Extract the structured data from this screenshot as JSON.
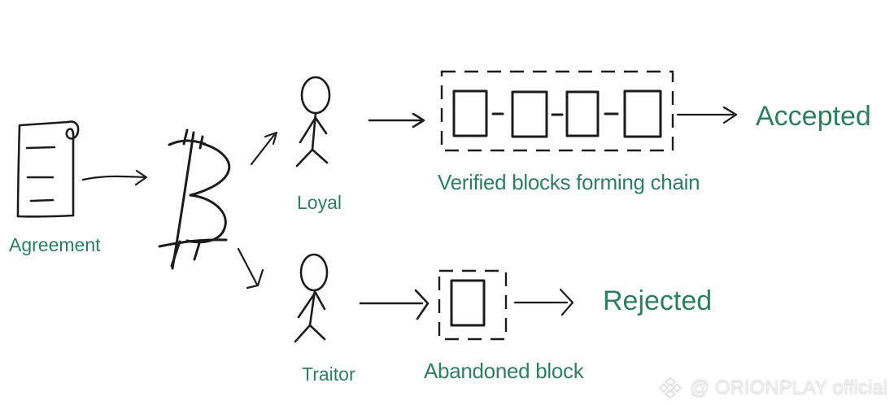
{
  "colors": {
    "background": "#ffffff",
    "ink": "#1c1c1c",
    "label_green": "#2e7e5f",
    "watermark_gray": "#ededed"
  },
  "labels": {
    "agreement": "Agreement",
    "loyal": "Loyal",
    "traitor": "Traitor",
    "verified_chain": "Verified blocks forming chain",
    "abandoned_block": "Abandoned block",
    "accepted": "Accepted",
    "rejected": "Rejected"
  },
  "diagram": {
    "type": "hand-drawn-flow-sketch",
    "source_node": "Agreement document",
    "hub_node": "Bitcoin symbol",
    "branches": [
      {
        "actor": "Loyal",
        "result_box": "Verified blocks forming chain",
        "blocks_in_box": 4,
        "outcome": "Accepted"
      },
      {
        "actor": "Traitor",
        "result_box": "Abandoned block",
        "blocks_in_box": 1,
        "outcome": "Rejected"
      }
    ]
  },
  "watermark": {
    "icon": "binance-diamond-logo-icon",
    "text": "@ ORIONPLAY official"
  }
}
